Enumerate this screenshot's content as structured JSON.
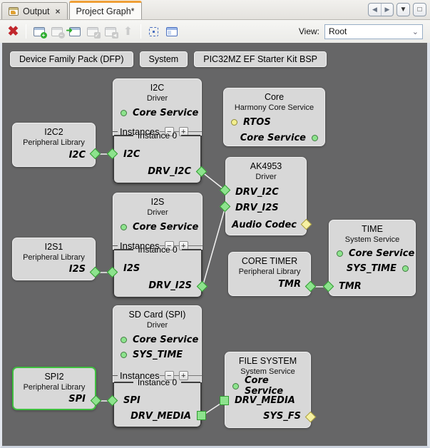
{
  "window": {
    "tabs": {
      "output": {
        "label": "Output",
        "close": "×"
      },
      "project_graph": {
        "label": "Project Graph*"
      }
    },
    "nav": {
      "left": "◀",
      "right": "▶",
      "dropdown": "▼",
      "maximize": "□"
    }
  },
  "toolbar": {
    "delete_glyph": "✖",
    "minus_badge": "−",
    "plus_badge": "+",
    "arrow_badge": "➜",
    "check_badge": "✓",
    "back_badge": "◄",
    "up_glyph": "⬆",
    "view_label": "View:",
    "view_value": "Root",
    "chevron": "⌄"
  },
  "packs": [
    "Device Family Pack (DFP)",
    "System",
    "PIC32MZ EF Starter Kit BSP"
  ],
  "controls": {
    "instances": "Instances",
    "minus": "−",
    "plus": "+",
    "instance0": "Instance 0"
  },
  "nodes": {
    "i2c2": {
      "title": "I2C2",
      "subtitle": "Peripheral Library",
      "port_out": "I2C"
    },
    "i2c": {
      "title": "I2C",
      "subtitle": "Driver",
      "dep": "Core Service",
      "port_in": "I2C",
      "port_out": "DRV_I2C"
    },
    "core": {
      "title": "Core",
      "subtitle": "Harmony Core Service",
      "port_rtos": "RTOS",
      "port_core": "Core Service"
    },
    "ak4953": {
      "title": "AK4953",
      "subtitle": "Driver",
      "port_in1": "DRV_I2C",
      "port_in2": "DRV_I2S",
      "port_out": "Audio Codec"
    },
    "i2s1": {
      "title": "I2S1",
      "subtitle": "Peripheral Library",
      "port_out": "I2S"
    },
    "i2s": {
      "title": "I2S",
      "subtitle": "Driver",
      "dep": "Core Service",
      "port_in": "I2S",
      "port_out": "DRV_I2S"
    },
    "time": {
      "title": "TIME",
      "subtitle": "System Service",
      "dep": "Core Service",
      "port_provide": "SYS_TIME",
      "port_in": "TMR"
    },
    "core_timer": {
      "title": "CORE TIMER",
      "subtitle": "Peripheral Library",
      "port_out": "TMR"
    },
    "sdcard": {
      "title": "SD Card (SPI)",
      "subtitle": "Driver",
      "dep1": "Core Service",
      "dep2": "SYS_TIME",
      "port_in": "SPI",
      "port_out": "DRV_MEDIA"
    },
    "spi2": {
      "title": "SPI2",
      "subtitle": "Peripheral Library",
      "port_out": "SPI"
    },
    "filesystem": {
      "title": "FILE SYSTEM",
      "subtitle": "System Service",
      "dep": "Core Service",
      "port_in": "DRV_MEDIA",
      "port_out": "SYS_FS"
    }
  },
  "colors": {
    "graph_background": "#666667",
    "node_background": "#d8d8d8",
    "connector_green": "#8de38d",
    "connector_yellow": "#f6f1a3",
    "selection_green": "#3fbf3f",
    "tab_accent_orange": "#ef9f35",
    "delete_red": "#c1272d"
  }
}
